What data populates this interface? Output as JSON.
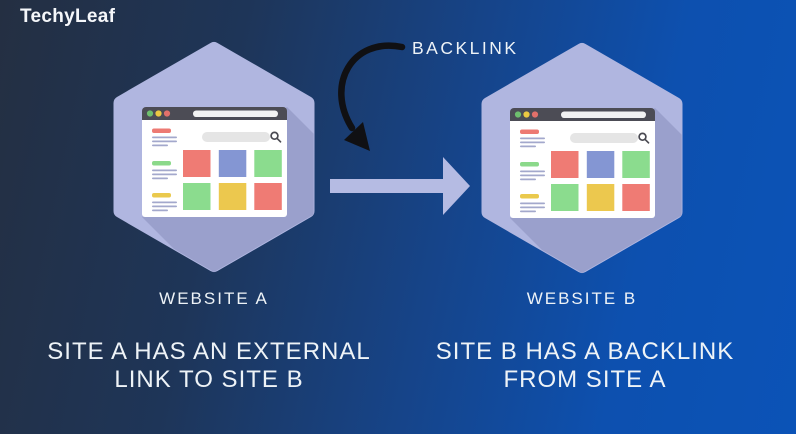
{
  "brand": {
    "name": "TechyLeaf"
  },
  "diagram": {
    "backlink_label": "BACKLINK",
    "site_a": {
      "hex_label": "WEBSITE A",
      "caption_line1": "SITE A HAS AN EXTERNAL",
      "caption_line2": "LINK TO SITE B"
    },
    "site_b": {
      "hex_label": "WEBSITE B",
      "caption_line1": "SITE B HAS A BACKLINK",
      "caption_line2": "FROM SITE A"
    }
  },
  "colors": {
    "background_left": "#242f42",
    "background_right": "#0b53b7",
    "hexagon": "#b0b6e0",
    "hexagon_inner_shadow": "#9aa0cc",
    "flow_arrow": "#b5bbe3",
    "curved_arrow": "#101013",
    "browser_topbar": "#4c4c55",
    "dot_green": "#6ebf6e",
    "dot_yellow": "#ecc842",
    "dot_red": "#e2706a",
    "tile_red": "#ef7b74",
    "tile_blue": "#8496d3",
    "tile_green": "#8bdc8e",
    "tile_yellow": "#ecc84e",
    "sidebar_line": "#a3a8cc",
    "text": "#eef3f7"
  }
}
